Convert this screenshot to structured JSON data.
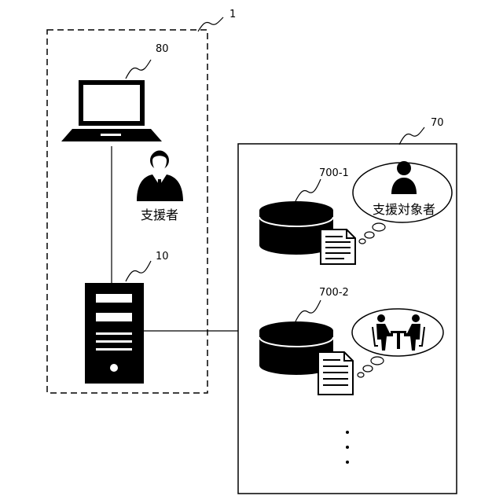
{
  "labels": {
    "system_ref": "1",
    "terminal_ref": "80",
    "server_ref": "10",
    "storage_ref": "70",
    "db1_ref": "700-1",
    "db2_ref": "700-2",
    "supporter": "支援者",
    "support_target": "支援対象者"
  },
  "icons": {
    "terminal": "laptop-icon",
    "supporter": "person-icon",
    "server": "server-tower-icon",
    "db1": "database-icon",
    "db2": "database-icon",
    "doc1": "document-icon",
    "doc2": "document-icon",
    "target_person": "person-icon",
    "meeting": "meeting-icon",
    "ellipsis": "vertical-ellipsis-icon"
  },
  "colors": {
    "ink": "#000000",
    "paper": "#ffffff"
  }
}
